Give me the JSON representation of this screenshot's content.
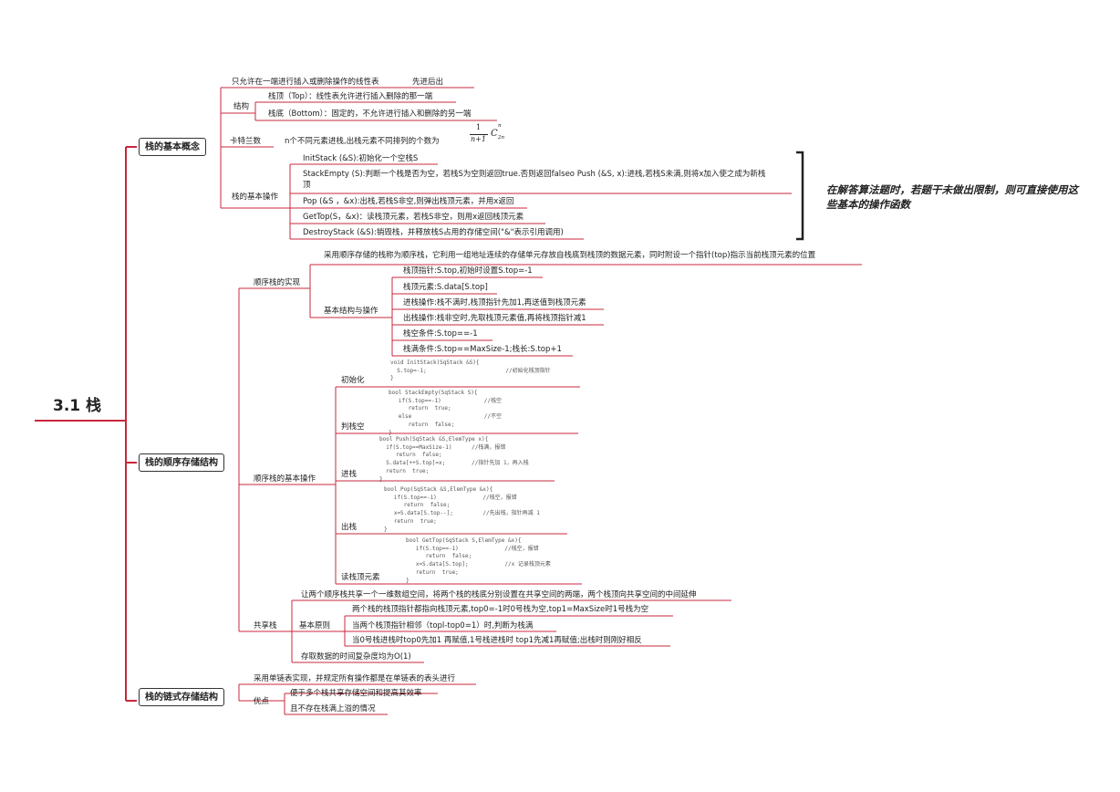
{
  "title": "3.1 栈",
  "sections": {
    "basic": "栈的基本概念",
    "sequential": "栈的顺序存储结构",
    "linked": "栈的链式存储结构"
  },
  "basic": {
    "definition": "只允许在一端进行插入或删除操作的线性表",
    "lifo": "先进后出",
    "structure": "结构",
    "top": "栈顶（Top）：线性表允许进行插入删除的那一端",
    "bottom": "栈底（Bottom）：固定的，不允许进行插入和删除的另一端",
    "catalan": "卡特兰数",
    "catalan_desc": "n个不同元素进栈,出栈元素不同排列的个数为",
    "formula_num": "1",
    "formula_den": "n+1",
    "formula_c": "C",
    "formula_sup": "n",
    "formula_sub": "2n",
    "ops_label": "栈的基本操作",
    "ops": [
      "InitStack (&S):初始化一个空栈S",
      "StackEmpty (S):判断一个栈是否为空，若栈S为空则返回true.否则返回falseo Push (&S, x):进栈,若栈S未满,则将x加入使之成为新栈",
      "顶",
      "Pop (&S ，&x):出栈,若栈S非空,则弹出栈顶元素，并用x返回",
      "GetTop(S，&x)：读栈顶元素，若栈S非空，则用x返回栈顶元素",
      "DestroyStack (&S):销毁栈，并释放栈S占用的存储空间(\"&\"表示引用调用)"
    ],
    "note": "在解答算法题时，若题干未做出限制，则可直接使用这些基本的操作函数"
  },
  "sequential": {
    "impl": "顺序栈的实现",
    "impl_desc": "采用顺序存储的栈称为顺序栈，它利用一组地址连续的存储单元存放自栈底到栈顶的数据元素，同时附设一个指针(top)指示当前栈顶元素的位置",
    "struct_ops": "基本结构与操作",
    "items": [
      "栈顶指针:S.top,初始时设置S.top=-1",
      "栈顶元素:S.data[S.top]",
      "进栈操作:栈不满时,栈顶指针先加1,再送值到栈顶元素",
      "出栈操作:栈非空时,先取栈顶元素值,再将栈顶指针减1",
      "栈空条件:S.top==-1",
      "栈满条件:S.top==MaxSize-1;栈长:S.top+1"
    ],
    "basic_ops": "顺序栈的基本操作",
    "op_labels": [
      "初始化",
      "判栈空",
      "进栈",
      "出栈",
      "读栈顶元素"
    ],
    "code": [
      "void InitStack(SqStack &S){\n  S.top=-1;                        //初始化栈顶指针\n}",
      "bool StackEmpty(SqStack S){\n   if(S.top==-1)             //栈空\n      return  true;\n   else                      //不空\n      return  false;\n}",
      "bool Push(SqStack &S,ElemType x){\n  if(S.top==MaxSize-1)      //栈满，报错\n     return  false;\n  S.data[++S.top]=x;        //指针先加 1，再入栈\n  return  true;\n}",
      "bool Pop(SqStack &S,ElemType &x){\n   if(S.top==-1)              //栈空，报错\n      return  false;\n   x=S.data[S.top--];         //先出栈，指针再减 1\n   return  true;\n}",
      "bool GetTop(SqStack S,ElemType &x){\n   if(S.top==-1)              //栈空，报错\n      return  false;\n   x=S.data[S.top];           //x 记录栈顶元素\n   return  true;\n}"
    ],
    "shared": "共享栈",
    "shared_desc": "让两个顺序栈共享一个一维数组空间，将两个栈的栈底分别设置在共享空间的两端，两个栈顶向共享空间的中间延伸",
    "principle": "基本原则",
    "principles": [
      "两个栈的栈顶指针都指向栈顶元素,top0=-1时0号栈为空,top1=MaxSize时1号栈为空",
      "当两个栈顶指针相邻（topl-top0=1）时,判断为栈满",
      "当0号栈进栈时top0先加1 再赋值,1号栈进栈时 top1先减1再赋值;出栈时则刚好相反"
    ],
    "complexity": "存取数据的时间复杂度均为O(1)"
  },
  "linked": {
    "desc": "采用单链表实现，并规定所有操作都是在单链表的表头进行",
    "adv": "优点",
    "advs": [
      "便于多个栈共享存储空间和提高其效率",
      "且不存在栈满上溢的情况"
    ]
  },
  "colors": {
    "branch": "#c8283c",
    "text": "#222222",
    "box_border": "#333333"
  }
}
